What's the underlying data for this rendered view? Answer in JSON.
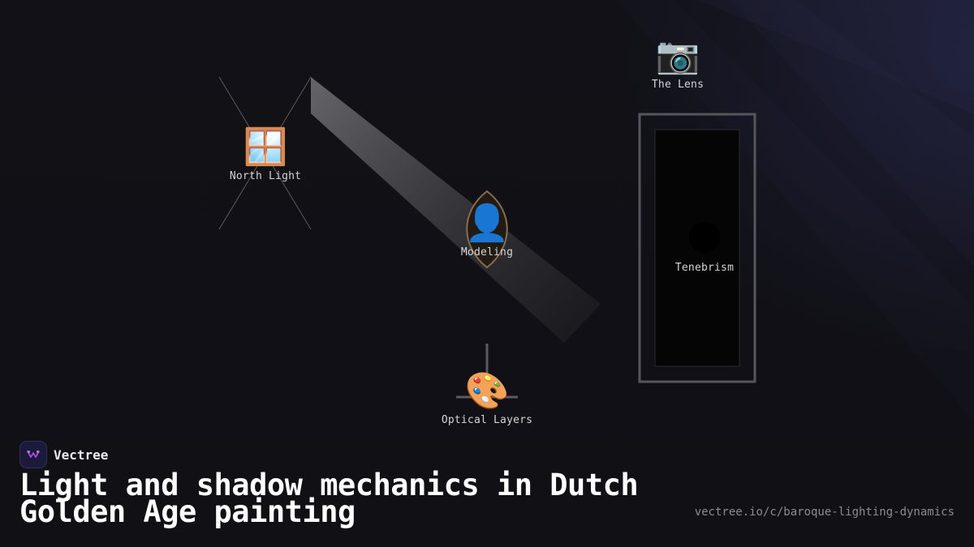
{
  "brand": {
    "name": "Vectree",
    "logo_icon": "vectree-logo-icon",
    "accent_color": "#a24bd6"
  },
  "title": "Light and shadow mechanics in Dutch Golden Age painting",
  "url": "vectree.io/c/baroque-lighting-dynamics",
  "diagram": {
    "nodes": [
      {
        "id": "north-light",
        "label": "North Light",
        "icon": "window-icon",
        "glyph": "🪟"
      },
      {
        "id": "the-lens",
        "label": "The Lens",
        "icon": "camera-icon",
        "glyph": "📷"
      },
      {
        "id": "modeling",
        "label": "Modeling",
        "icon": "person-silhouette-icon",
        "glyph": "👤"
      },
      {
        "id": "tenebrism",
        "label": "Tenebrism",
        "icon": "new-moon-icon",
        "glyph": "🌑"
      },
      {
        "id": "optical-layers",
        "label": "Optical Layers",
        "icon": "palette-icon",
        "glyph": "🎨"
      }
    ]
  }
}
